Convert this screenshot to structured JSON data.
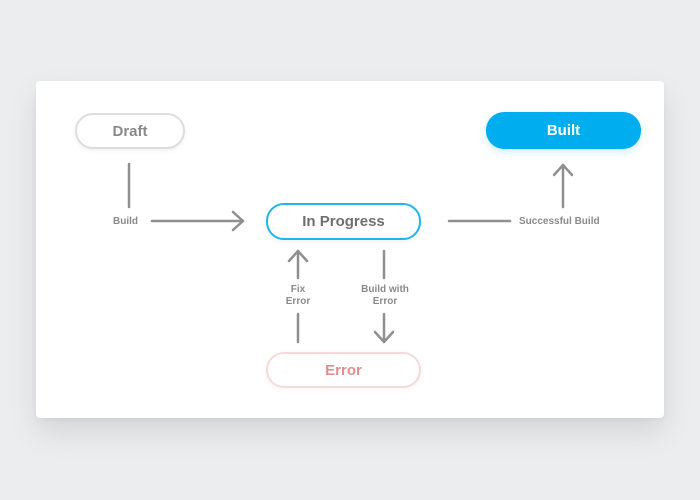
{
  "nodes": {
    "draft": "Draft",
    "built": "Built",
    "in_progress": "In Progress",
    "error": "Error"
  },
  "edges": {
    "build": "Build",
    "successful_build": "Successful Build",
    "fix_error": "Fix Error",
    "build_with_error": "Build with Error"
  },
  "colors": {
    "accent": "#00aeef",
    "error": "#e08d8d",
    "connector": "#8f8f8f"
  }
}
